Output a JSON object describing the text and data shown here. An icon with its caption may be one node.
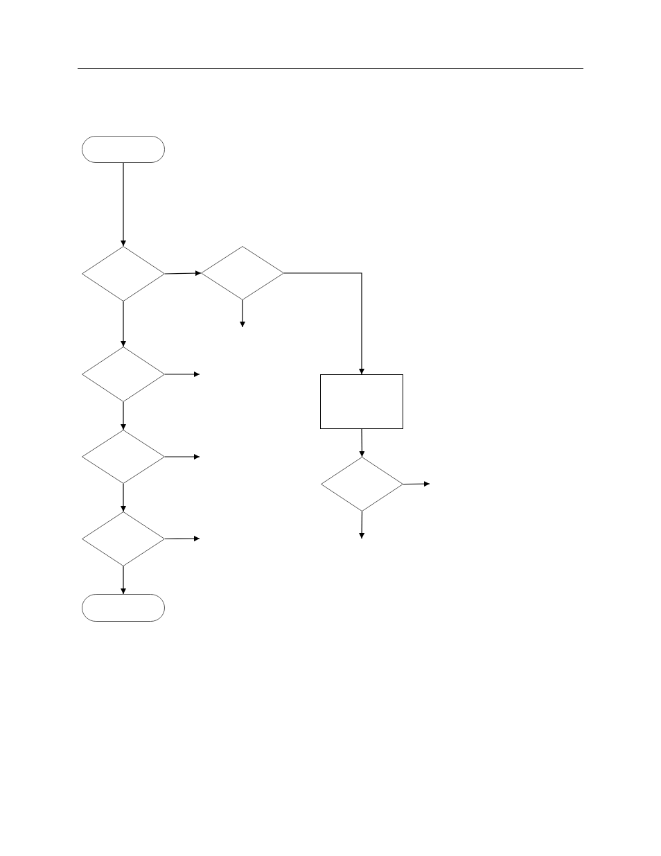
{
  "diagram": {
    "nodes": [
      {
        "text": [],
        "shape": "oval"
      },
      {
        "text": [],
        "shape": "diamond"
      },
      {
        "text": [],
        "shape": "diamond"
      },
      {
        "text": [],
        "shape": "diamond"
      },
      {
        "text": [],
        "shape": "diamond"
      },
      {
        "text": [],
        "shape": "diamond"
      },
      {
        "text": [],
        "shape": "oval"
      },
      {
        "text": [],
        "shape": "box"
      },
      {
        "text": [],
        "shape": "diamond"
      }
    ],
    "edges": [
      {
        "from": 0,
        "to": 1,
        "arrow": "to"
      },
      {
        "from": 1,
        "to": 2,
        "arrow": "to"
      },
      {
        "from": 1,
        "to": 3,
        "arrow": "to"
      },
      {
        "from": 3,
        "to": 4,
        "arrow": "to"
      },
      {
        "from": 4,
        "to": 5,
        "arrow": "to"
      },
      {
        "from": 5,
        "to": 6,
        "arrow": "to"
      },
      {
        "from": 2,
        "to": 7,
        "arrow": "to"
      },
      {
        "from": 7,
        "to": 8,
        "arrow": "to"
      },
      {
        "from": 2,
        "to": null,
        "arrow": "to"
      },
      {
        "from": 3,
        "to": null,
        "arrow": "to"
      },
      {
        "from": 4,
        "to": null,
        "arrow": "to"
      },
      {
        "from": 5,
        "to": null,
        "arrow": "to"
      },
      {
        "from": 8,
        "to": null,
        "arrow": "to"
      },
      {
        "from": 8,
        "to": null,
        "arrow": "to"
      }
    ]
  }
}
